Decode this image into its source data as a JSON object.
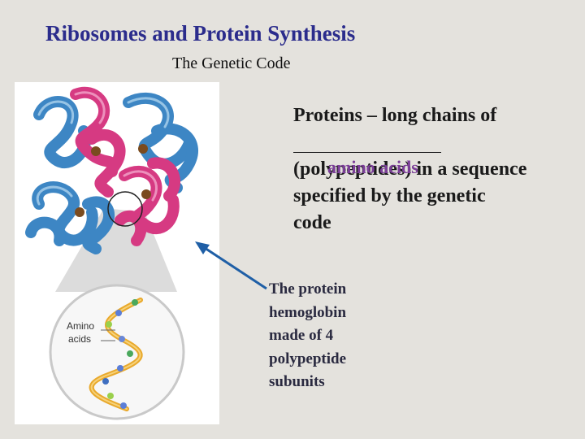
{
  "slide": {
    "title": "Ribosomes and Protein Synthesis",
    "subtitle": "The Genetic Code"
  },
  "main_text": {
    "lines": [
      "Proteins – long chains of",
      "(polypeptides) in a sequence",
      "specified by the genetic",
      "code"
    ],
    "answer": "amino acids"
  },
  "caption": {
    "lines": [
      "The protein",
      "hemoglobin",
      "made of 4",
      "polypeptide",
      "subunits"
    ]
  },
  "figure": {
    "label_lines": [
      "Amino",
      "acids"
    ]
  },
  "colors": {
    "title": "#2b2c8c",
    "answer": "#7b3e98",
    "arrow": "#1f5fa6",
    "pink_subunit": "#d63a82",
    "blue_subunit": "#3d86c4"
  }
}
